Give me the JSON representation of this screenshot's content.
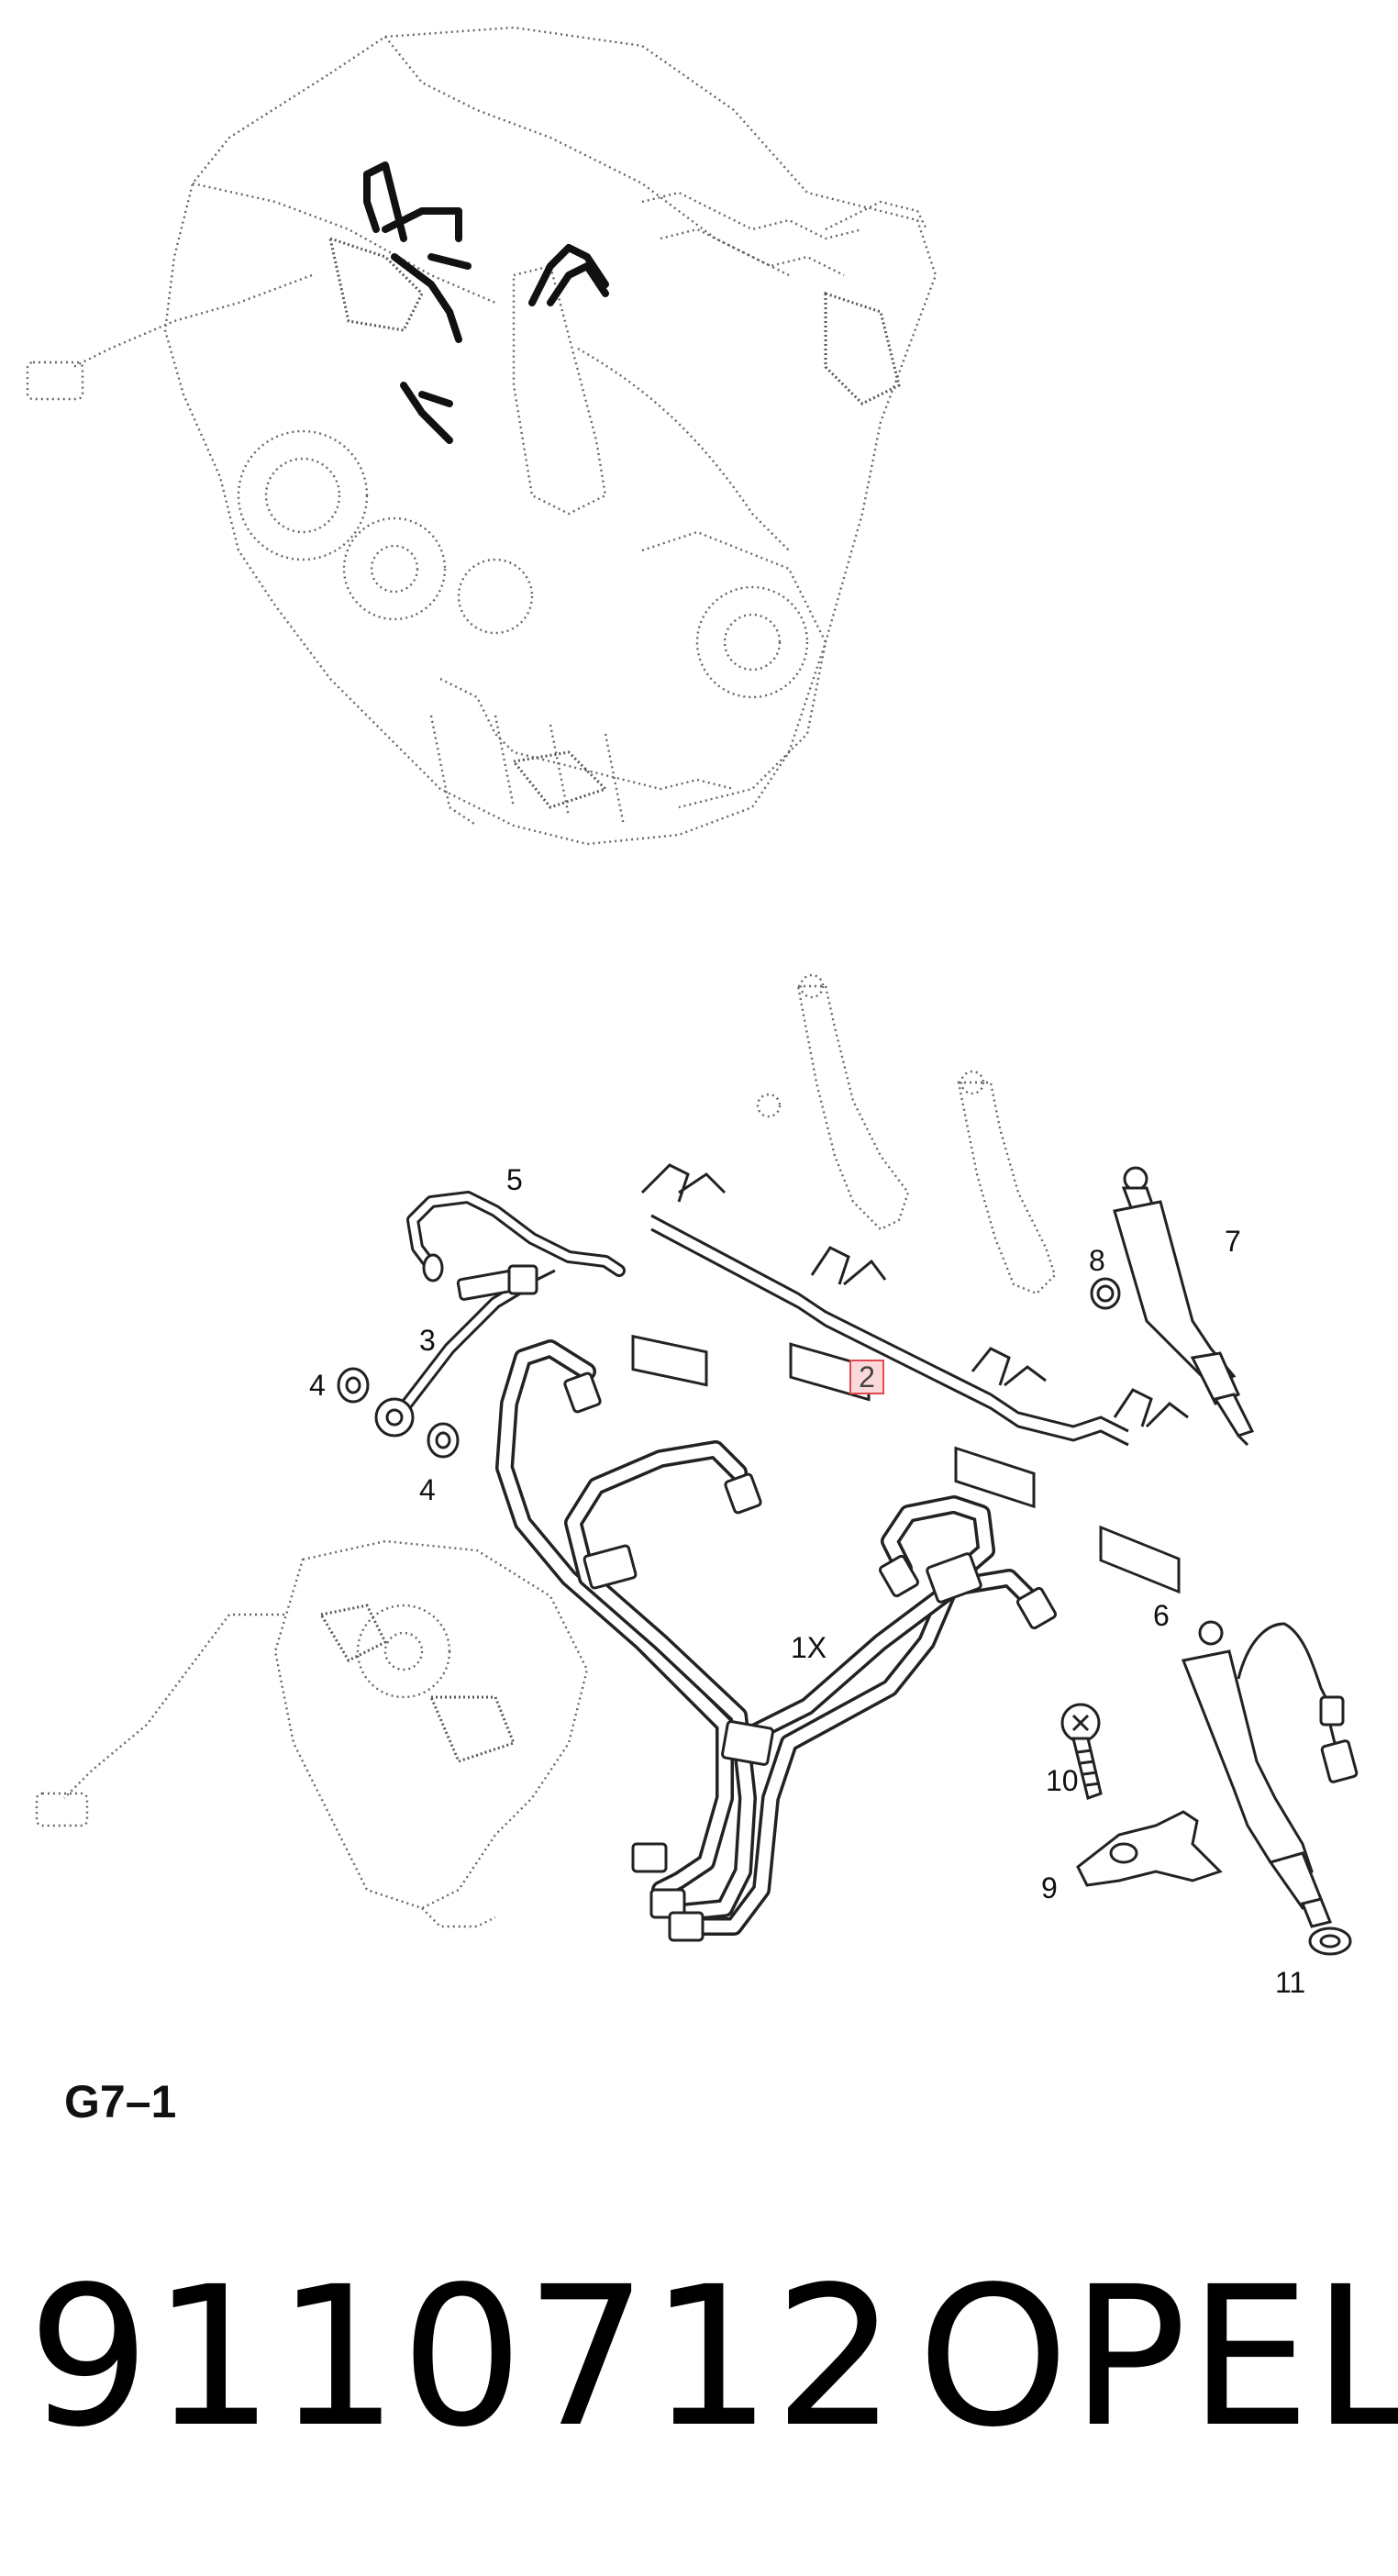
{
  "callouts": {
    "c5": "5",
    "c3": "3",
    "c4a": "4",
    "c4b": "4",
    "c2": "2",
    "c7": "7",
    "c8": "8",
    "c1x": "1X",
    "c6": "6",
    "c10": "10",
    "c9": "9",
    "c11": "11"
  },
  "highlighted_callout": "2",
  "diagram_code": "G7–1",
  "part_number": "9110712",
  "brand": "OPEL",
  "colors": {
    "highlight_border": "#e0484f",
    "highlight_fill": "#fbd9db",
    "line": "#222222"
  }
}
